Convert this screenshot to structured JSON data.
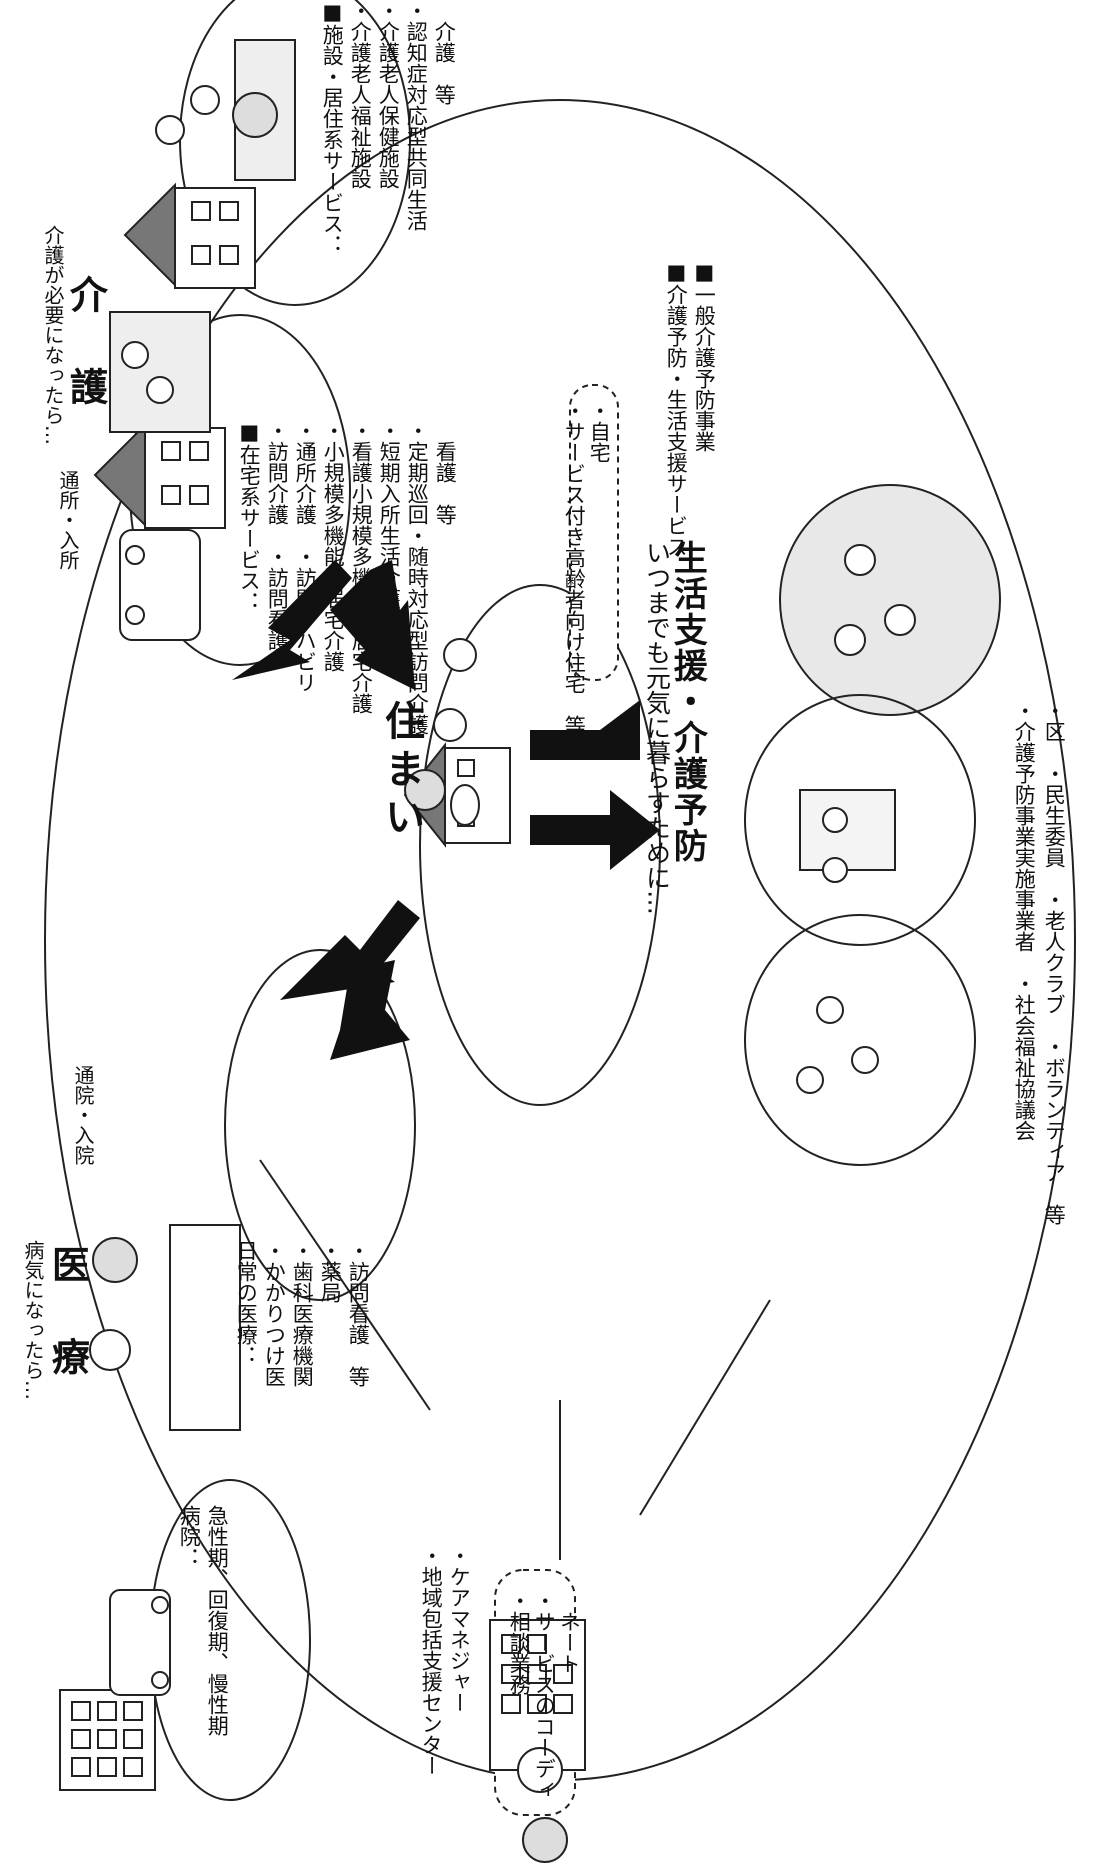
{
  "center": {
    "label": "住まい",
    "items": [
      "・自宅",
      "・サービス付き高齢者向け住宅　等"
    ]
  },
  "medical": {
    "caption": "病気になったら…",
    "title": "医　療",
    "visit": "通院・入院",
    "hospital_title": "病院：",
    "hospital_desc": "急性期、回復期、慢性期",
    "daily_title": "日常の医療：",
    "daily_items": [
      "・かかりつけ医",
      "・歯科医療機関",
      "・薬局",
      "・訪問看護　等"
    ]
  },
  "care": {
    "caption": "介護が必要になったら…",
    "title": "介　護",
    "visit": "通所・入所",
    "home_title": "■在宅系サービス：",
    "home_items": [
      "・訪問介護　・訪問看護",
      "・通所介護　・訪問リハビリ",
      "・小規模多機能型居宅介護",
      "・看護小規模多機能型居宅介護",
      "・短期入所生活介護",
      "・定期巡回・随時対応型訪問介護",
      "　看護　等"
    ],
    "facility_title": "■施設・居住系サービス：",
    "facility_items": [
      "・介護老人福祉施設",
      "・介護老人保健施設",
      "・認知症対応型共同生活",
      "　介護　等"
    ]
  },
  "support": {
    "caption": "いつまでも元気に暮らすために…",
    "title": "生活支援・介護予防",
    "items": [
      "■介護予防・生活支援サービス",
      "■一般介護予防事業"
    ],
    "footer": [
      "・介護予防事業実施事業者　・社会福祉協議会",
      "・区　・民生委員　・老人クラブ　・ボランティア　等"
    ]
  },
  "center_support": {
    "items": [
      "・地域包括支援センター",
      "・ケアマネジャー"
    ],
    "bubble": [
      "・相談業務",
      "・サービスのコーディ",
      "　ネート"
    ]
  }
}
